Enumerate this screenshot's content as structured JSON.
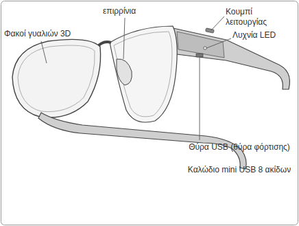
{
  "diagram": {
    "labels": [
      "Φακοί γυαλιών 3D",
      "επιρρίνια",
      "Κουμπί λειτουργίας",
      "Λυχνία LED",
      "Θύρα USB (θύρα φόρτισης)",
      "Καλώδιο mini USB 8 ακίδων"
    ]
  }
}
